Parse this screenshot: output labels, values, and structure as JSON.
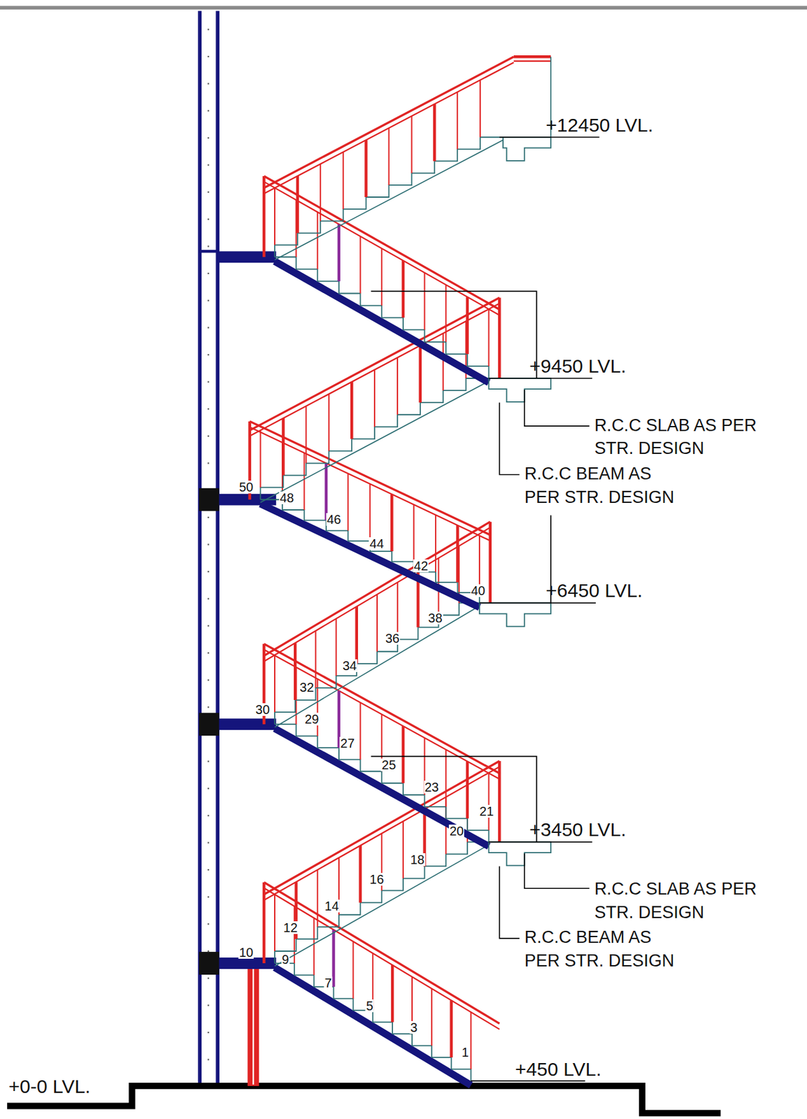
{
  "diagram": {
    "labels": [
      "+12450 LVL.",
      "+9450 LVL.",
      "R.C.C SLAB AS PER STR. DESIGN",
      "R.C.C BEAM AS PER STR. DESIGN",
      "+6450 LVL.",
      "+3450 LVL.",
      "R.C.C SLAB AS PER STR. DESIGN",
      "R.C.C BEAM AS PER STR. DESIGN",
      "+450 LVL.",
      "+0-0 LVL.",
      "1",
      "3",
      "5",
      "7",
      "9",
      "10",
      "12",
      "14",
      "16",
      "18",
      "20",
      "21",
      "23",
      "25",
      "27",
      "29",
      "30",
      "32",
      "34",
      "36",
      "38",
      "40",
      "42",
      "44",
      "46",
      "48",
      "50"
    ]
  }
}
